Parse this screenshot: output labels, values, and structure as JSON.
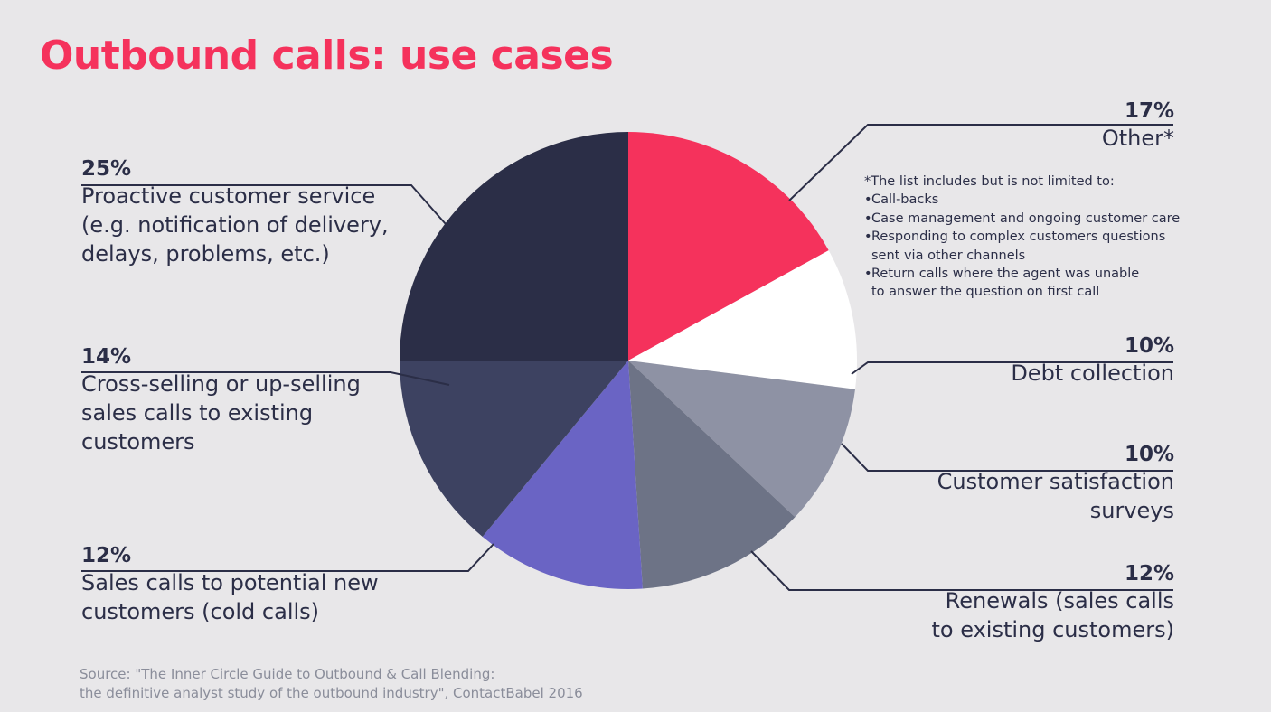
{
  "title": "Outbound calls: use cases",
  "chart_data": {
    "type": "pie",
    "title": "Outbound calls: use cases",
    "start": "12 o'clock, clockwise",
    "slices": [
      {
        "percent_label": "17%",
        "value": 17,
        "label": "Other*",
        "color": "#f5325c"
      },
      {
        "percent_label": "10%",
        "value": 10,
        "label": "Debt collection",
        "color": "#ffffff"
      },
      {
        "percent_label": "10%",
        "value": 10,
        "label": "Customer satisfaction\nsurveys",
        "color": "#8e92a4"
      },
      {
        "percent_label": "12%",
        "value": 12,
        "label": "Renewals (sales calls\nto existing customers)",
        "color": "#6d7386"
      },
      {
        "percent_label": "12%",
        "value": 12,
        "label": "Sales calls to potential new\ncustomers (cold calls)",
        "color": "#6a64c4"
      },
      {
        "percent_label": "14%",
        "value": 14,
        "label": "Cross-selling or up-selling\nsales calls to existing\ncustomers",
        "color": "#3d4261"
      },
      {
        "percent_label": "25%",
        "value": 25,
        "label": "Proactive customer service\n(e.g. notification of delivery,\ndelays, problems, etc.)",
        "color": "#2b2e47"
      }
    ]
  },
  "footnote": {
    "heading": "*The list includes but is not limited to:",
    "items": [
      "Call-backs",
      "Case management and ongoing customer care",
      "Responding to complex customers questions\nsent via other channels",
      "Return calls where the agent was unable\nto answer the question on first call"
    ]
  },
  "source": "Source: \"The Inner Circle Guide to Outbound & Call Blending:\n the definitive analyst study of the outbound industry\", ContactBabel 2016"
}
